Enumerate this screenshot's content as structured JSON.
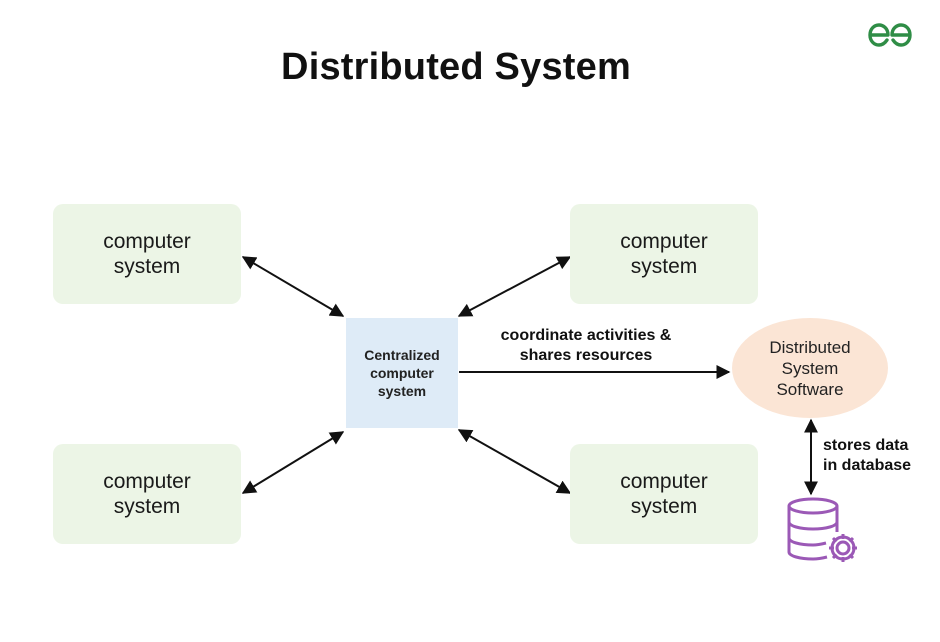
{
  "header": {
    "title": "Distributed System",
    "logo": {
      "icon": "gfg-logo-icon",
      "color": "#2f8d46"
    }
  },
  "diagram": {
    "nodes": {
      "top_left": {
        "label": "computer system"
      },
      "top_right": {
        "label": "computer system"
      },
      "bottom_left": {
        "label": "computer system"
      },
      "bottom_right": {
        "label": "computer system"
      },
      "central": {
        "label": "Centralized computer system"
      },
      "software": {
        "label": "Distributed System Software"
      },
      "database": {
        "icon": "database-gear-icon"
      }
    },
    "edges": {
      "coordinate": {
        "line1": "coordinate activities &",
        "line2": "shares resources"
      },
      "stores": {
        "line1": "stores data",
        "line2": "in database"
      }
    }
  },
  "colors": {
    "computer_fill": "#ecf5e6",
    "central_fill": "#deebf7",
    "software_fill": "#fbe5d5",
    "database_icon": "#9b59b6",
    "arrow": "#111111"
  }
}
